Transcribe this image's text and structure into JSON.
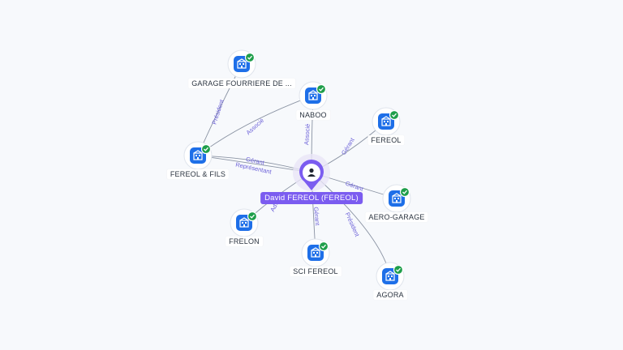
{
  "colors": {
    "background": "#f7f9fc",
    "edge": "#8a93a3",
    "edge_label": "#6a5fd8",
    "company_icon": "#1e6fe8",
    "check_badge": "#1e9e4a",
    "center_accent": "#7b5cf0"
  },
  "center": {
    "label": "David FEREOL (FEREOL)",
    "icon": "person-icon"
  },
  "companies": [
    {
      "id": "garage",
      "label": "GARAGE FOURRIERE DE ...",
      "icon": "building-icon",
      "badge": "check-icon"
    },
    {
      "id": "naboo",
      "label": "NABOO",
      "icon": "building-icon",
      "badge": "check-icon"
    },
    {
      "id": "fereol",
      "label": "FEREOL",
      "icon": "building-icon",
      "badge": "check-icon"
    },
    {
      "id": "fereol_fils",
      "label": "FEREOL & FILS",
      "icon": "building-icon",
      "badge": "check-icon"
    },
    {
      "id": "aero",
      "label": "AERO-GARAGE",
      "icon": "building-icon",
      "badge": "check-icon"
    },
    {
      "id": "frelon",
      "label": "FRELON",
      "icon": "building-icon",
      "badge": "check-icon"
    },
    {
      "id": "sci",
      "label": "SCI FEREOL",
      "icon": "building-icon",
      "badge": "check-icon"
    },
    {
      "id": "agora",
      "label": "AGORA",
      "icon": "building-icon",
      "badge": "check-icon"
    }
  ],
  "edges": [
    {
      "from": "fereol_fils",
      "to": "garage",
      "label": "Président"
    },
    {
      "from": "fereol_fils",
      "to": "naboo",
      "label": "Associé"
    },
    {
      "from": "center",
      "to": "fereol_fils",
      "label": "Gérant"
    },
    {
      "from": "center",
      "to": "fereol_fils",
      "label": "Représentant"
    },
    {
      "from": "center",
      "to": "naboo",
      "label": "Associé"
    },
    {
      "from": "center",
      "to": "fereol",
      "label": "Gérant"
    },
    {
      "from": "center",
      "to": "aero",
      "label": "Gérant"
    },
    {
      "from": "center",
      "to": "frelon",
      "label": "Ad..."
    },
    {
      "from": "center",
      "to": "sci",
      "label": "Gérant"
    },
    {
      "from": "center",
      "to": "agora",
      "label": "Président"
    }
  ]
}
